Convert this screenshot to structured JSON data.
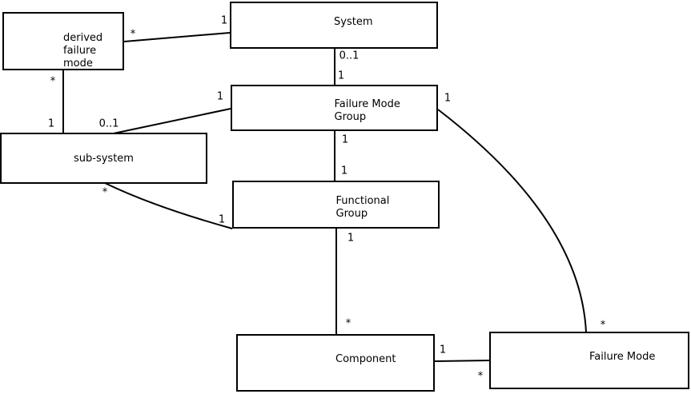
{
  "diagram": {
    "background_color": "#ffffff",
    "line_color": "#000000",
    "text_color": "#000000",
    "nodes": [
      {
        "id": "derived-failure-mode",
        "label": "derived\nfailure\nmode"
      },
      {
        "id": "system",
        "label": "System"
      },
      {
        "id": "failure-mode-group",
        "label": "Failure Mode\nGroup"
      },
      {
        "id": "sub-system",
        "label": "sub-system"
      },
      {
        "id": "functional-group",
        "label": "Functional\nGroup"
      },
      {
        "id": "component",
        "label": "Component"
      },
      {
        "id": "failure-mode",
        "label": "Failure Mode"
      }
    ],
    "connectors": [
      {
        "from": "derived failure mode",
        "to": "System",
        "from_mult": "*",
        "to_mult": "1"
      },
      {
        "from": "derived failure mode",
        "to": "sub-system",
        "from_mult": "*",
        "to_mult": "1"
      },
      {
        "from": "sub-system",
        "to": "Failure Mode Group",
        "from_mult": "0..1",
        "to_mult": "1"
      },
      {
        "from": "System",
        "to": "Failure Mode Group",
        "from_mult": "0..1",
        "to_mult": "1"
      },
      {
        "from": "Failure Mode Group",
        "to": "Functional Group",
        "from_mult": "1",
        "to_mult": "1"
      },
      {
        "from": "Functional Group",
        "to": "Component",
        "from_mult": "1",
        "to_mult": "*"
      },
      {
        "from": "Component",
        "to": "Failure Mode",
        "from_mult": "1",
        "to_mult": "*"
      },
      {
        "from": "Failure Mode Group",
        "to": "Failure Mode",
        "from_mult": "1",
        "to_mult": "*"
      },
      {
        "from": "sub-system",
        "to": "Functional Group",
        "from_mult": "*",
        "to_mult": "1"
      }
    ]
  }
}
